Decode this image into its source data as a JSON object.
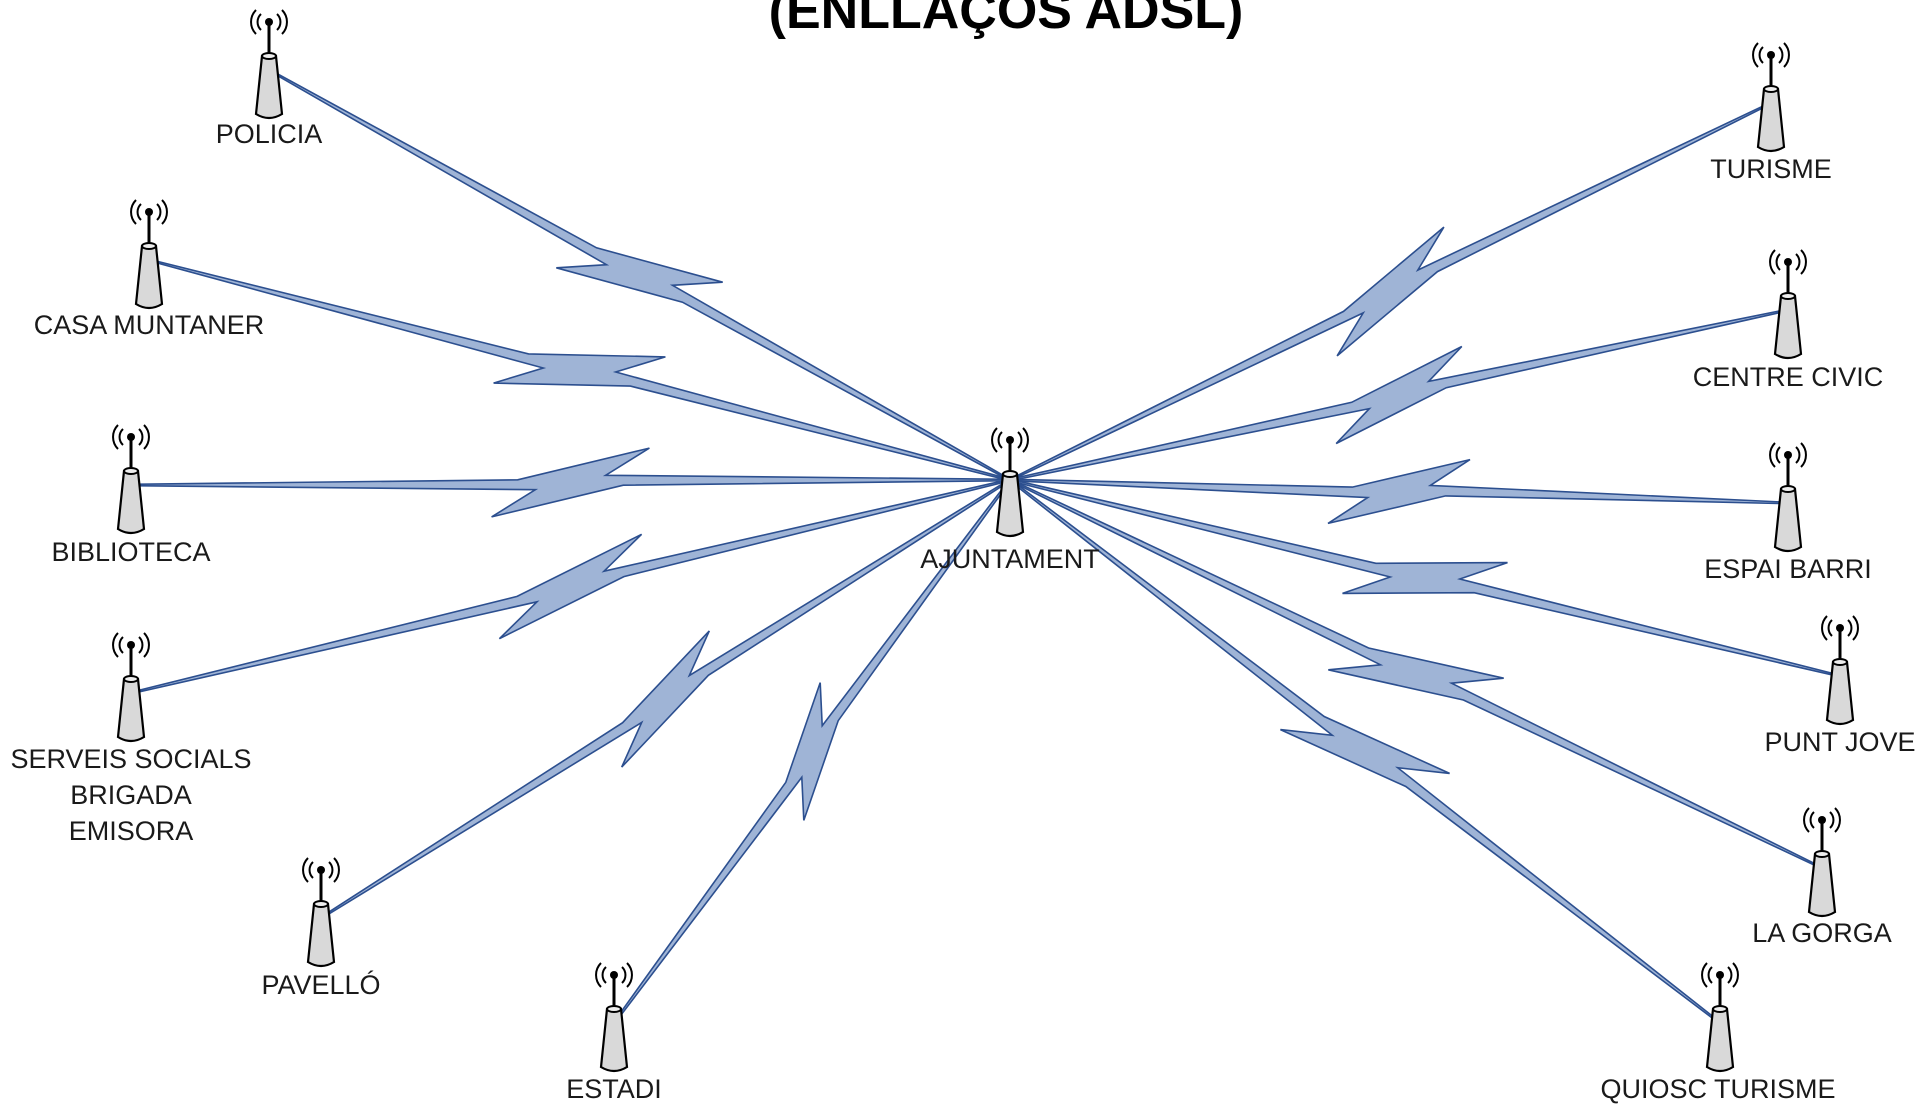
{
  "title": "(ENLLAÇOS ADSL)",
  "colors": {
    "link_fill": "#9fb4d6",
    "link_stroke": "#2c4f8f",
    "antenna_body": "#d9d9d9",
    "label": "#1a1a1a"
  },
  "icons": {
    "node": "antenna-icon",
    "link": "lightning-link"
  },
  "hub": {
    "id": "ajuntament",
    "label": "AJUNTAMENT"
  },
  "nodes": [
    {
      "id": "policia",
      "label": "POLICIA"
    },
    {
      "id": "casa-muntaner",
      "label": "CASA MUNTANER"
    },
    {
      "id": "biblioteca",
      "label": "BIBLIOTECA"
    },
    {
      "id": "serveis-socials",
      "label": "SERVEIS SOCIALS",
      "extra_labels": [
        "BRIGADA",
        "EMISORA"
      ]
    },
    {
      "id": "pavello",
      "label": "PAVELLÓ"
    },
    {
      "id": "estadi",
      "label": "ESTADI"
    },
    {
      "id": "turisme",
      "label": "TURISME"
    },
    {
      "id": "centre-civic",
      "label": "CENTRE CIVIC"
    },
    {
      "id": "espai-barri",
      "label": "ESPAI BARRI"
    },
    {
      "id": "punt-jove",
      "label": "PUNT JOVE"
    },
    {
      "id": "la-gorga",
      "label": "LA GORGA"
    },
    {
      "id": "quiosc-turisme",
      "label": "QUIOSC TURISME"
    }
  ]
}
